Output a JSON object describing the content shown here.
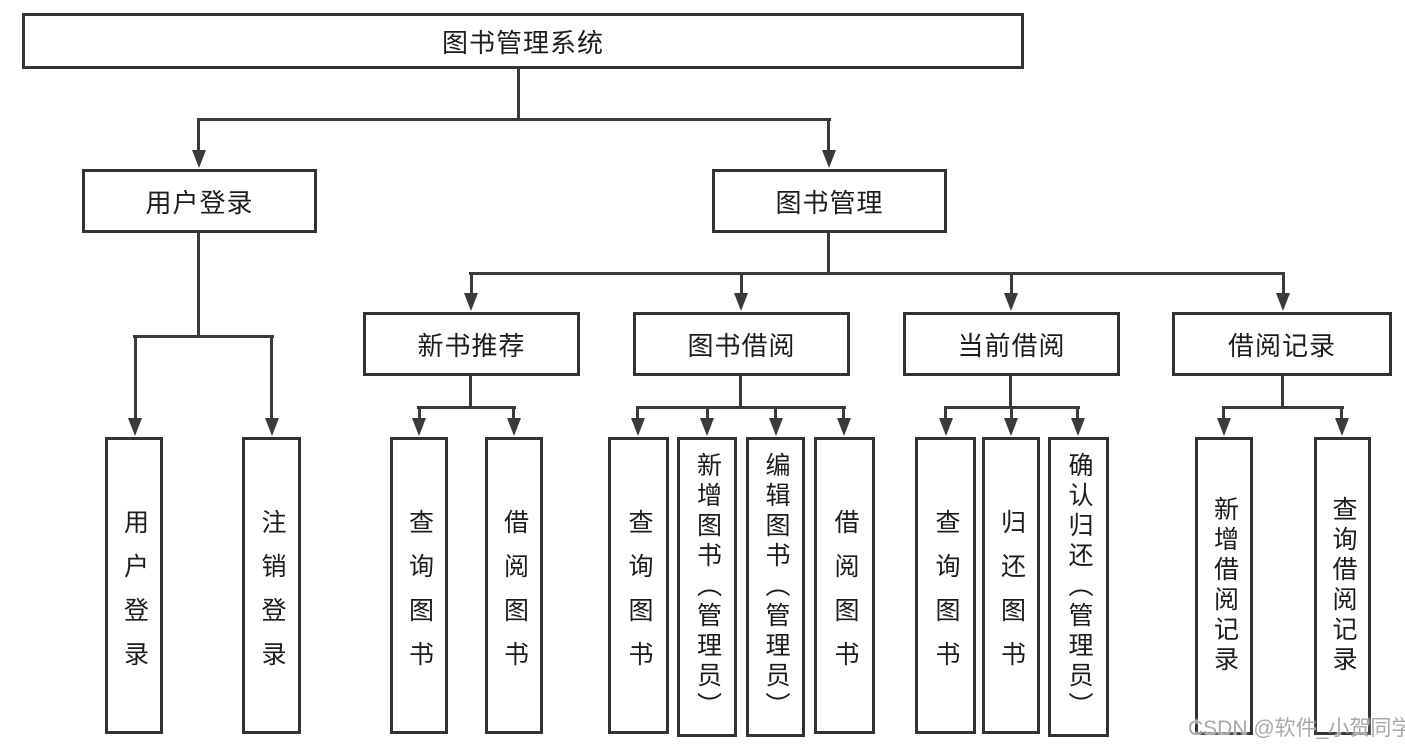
{
  "title": "图书管理系统",
  "tree": {
    "root": {
      "label": "图书管理系统"
    },
    "branches": [
      {
        "label": "用户登录",
        "children": [
          {
            "label": "用户登录"
          },
          {
            "label": "注销登录"
          }
        ]
      },
      {
        "label": "图书管理",
        "children": [
          {
            "label": "新书推荐",
            "children": [
              {
                "label": "查询图书"
              },
              {
                "label": "借阅图书"
              }
            ]
          },
          {
            "label": "图书借阅",
            "children": [
              {
                "label": "查询图书"
              },
              {
                "label": "新增图书（管理员）"
              },
              {
                "label": "编辑图书（管理员）"
              },
              {
                "label": "借阅图书"
              }
            ]
          },
          {
            "label": "当前借阅",
            "children": [
              {
                "label": "查询图书"
              },
              {
                "label": "归还图书"
              },
              {
                "label": "确认归还（管理员）"
              }
            ]
          },
          {
            "label": "借阅记录",
            "children": [
              {
                "label": "新增借阅记录"
              },
              {
                "label": "查询借阅记录"
              }
            ]
          }
        ]
      }
    ]
  },
  "watermark": {
    "text": "CSDN @软件_小贺同学"
  },
  "colors": {
    "line": "#3a3a3a",
    "box_border": "#333333",
    "text": "#1c1c1c",
    "watermark": "#a9a9a9",
    "background": "#ffffff"
  }
}
